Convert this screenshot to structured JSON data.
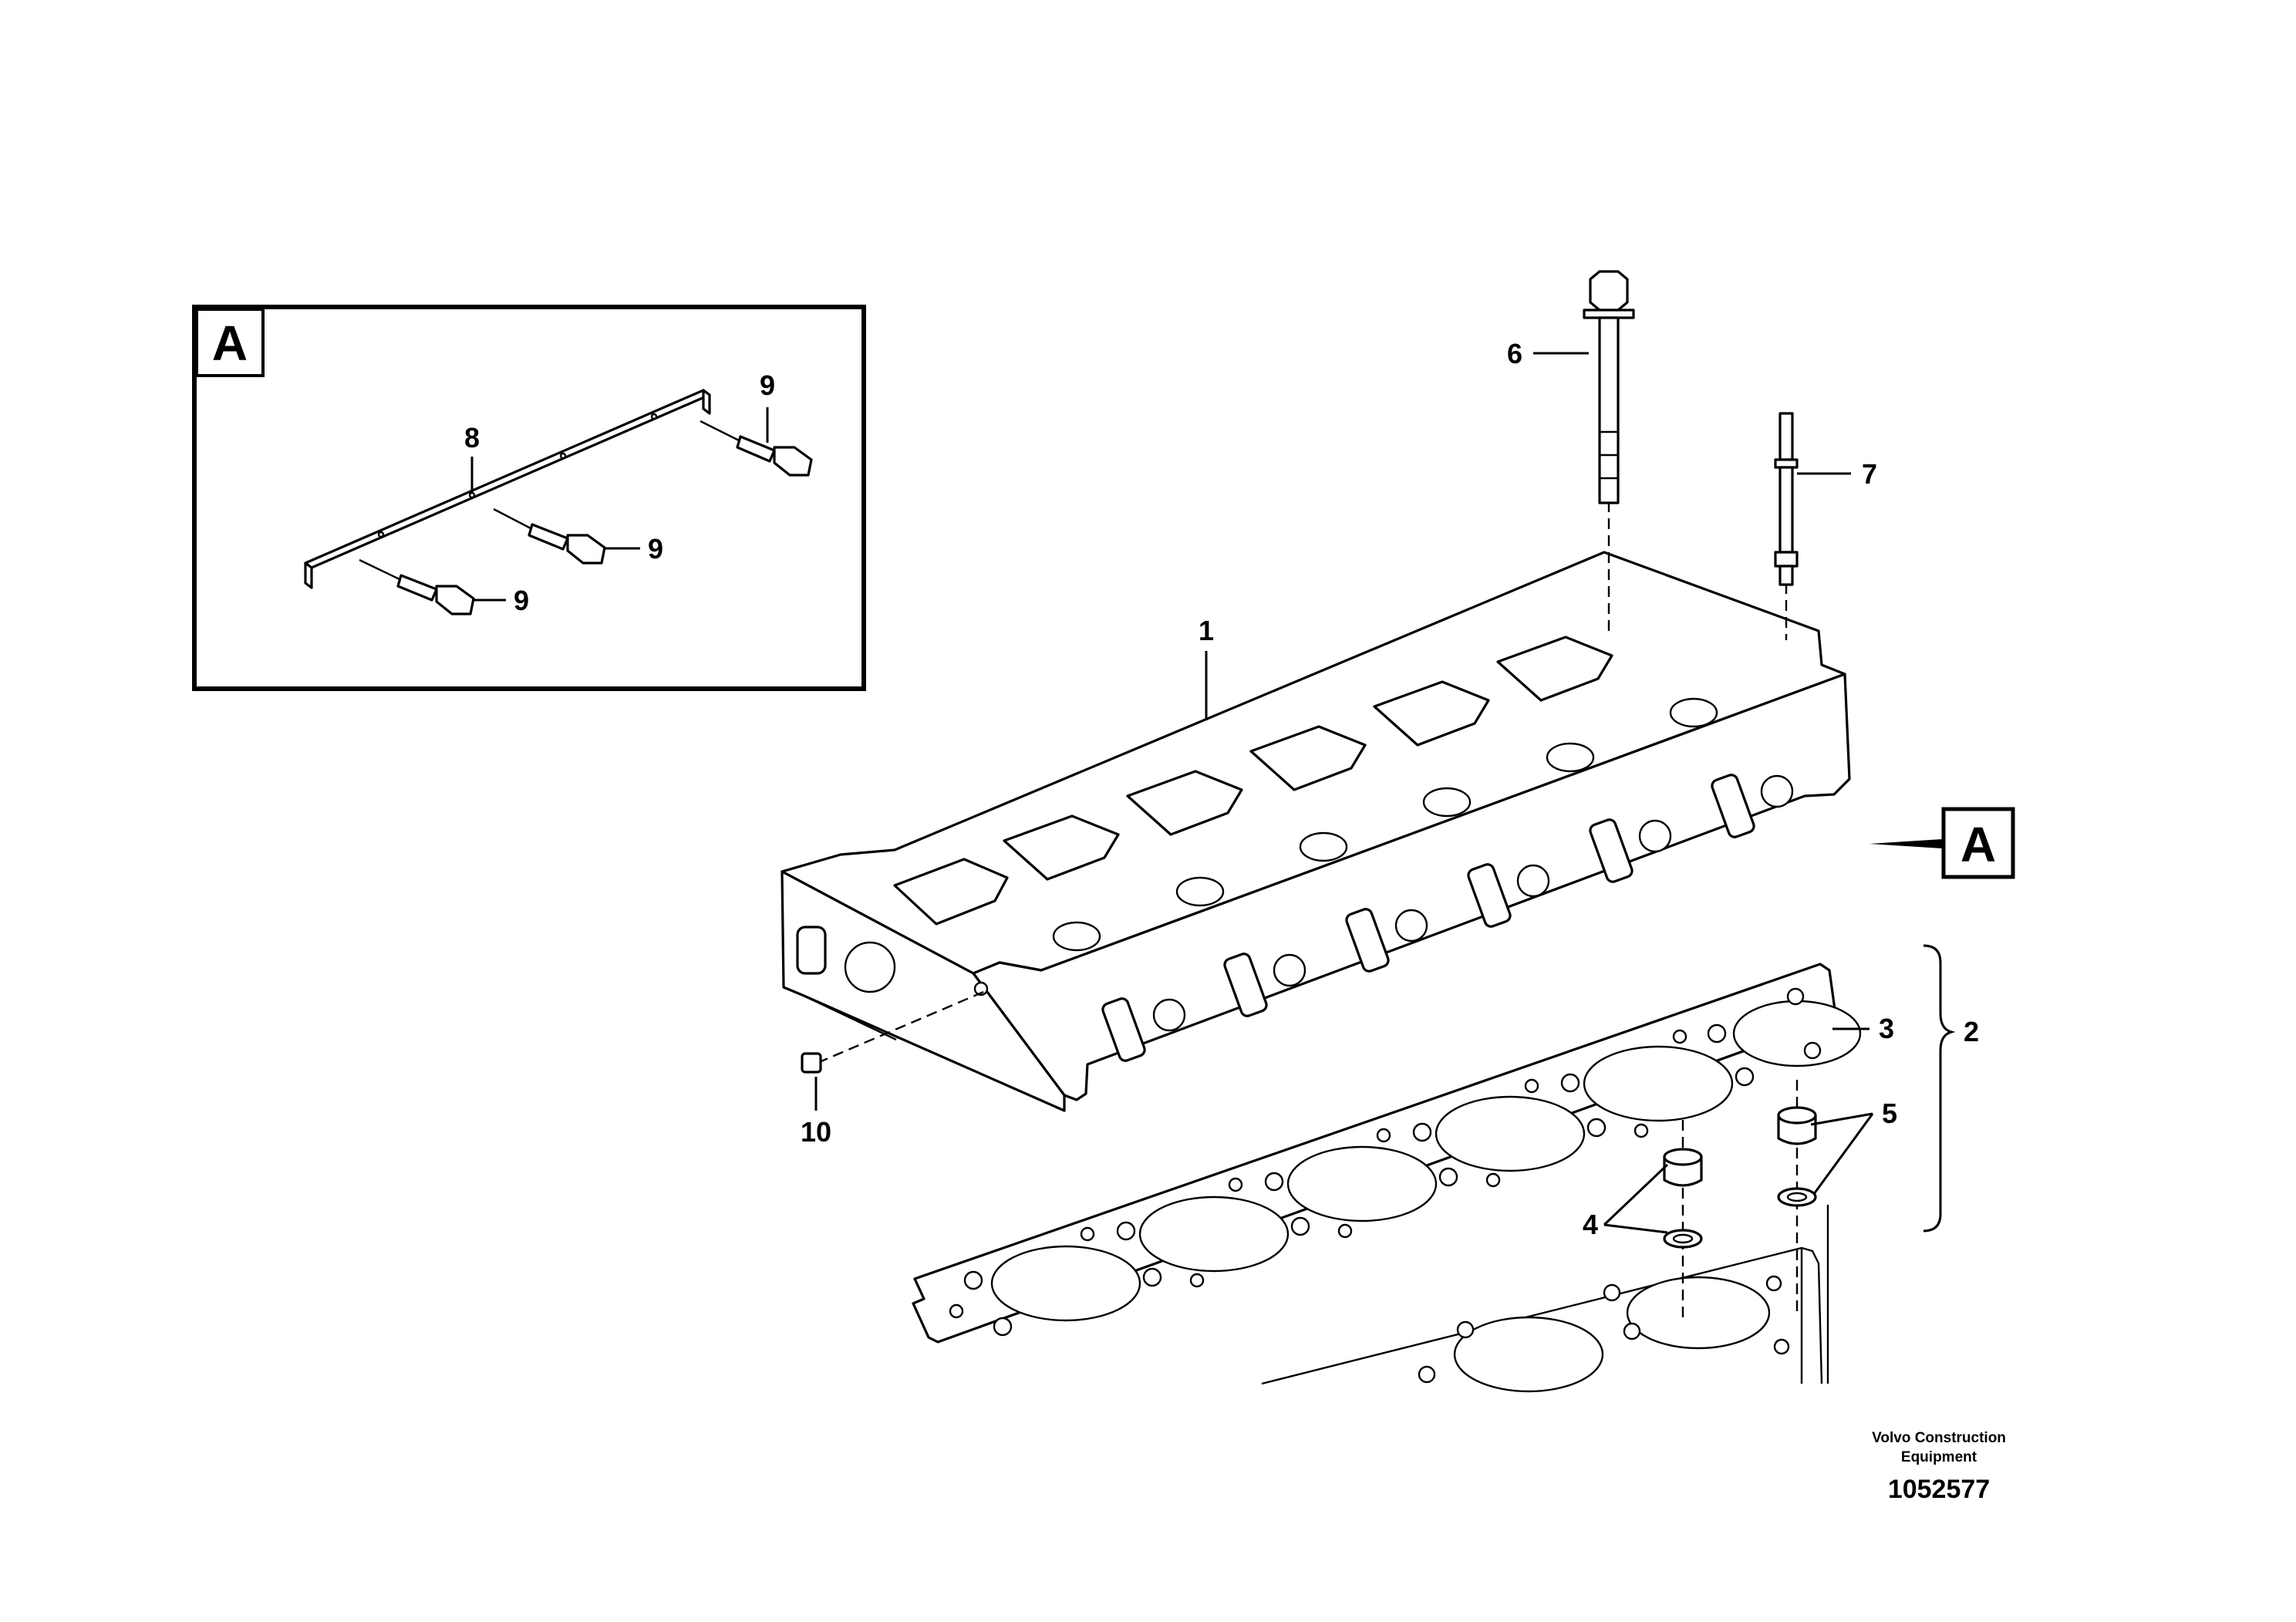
{
  "view_reference": {
    "inset_label": "A",
    "pointer_label": "A"
  },
  "callouts": [
    {
      "id": "1",
      "text": "1"
    },
    {
      "id": "2",
      "text": "2"
    },
    {
      "id": "3",
      "text": "3"
    },
    {
      "id": "4",
      "text": "4"
    },
    {
      "id": "5",
      "text": "5"
    },
    {
      "id": "6",
      "text": "6"
    },
    {
      "id": "7",
      "text": "7"
    },
    {
      "id": "8",
      "text": "8"
    },
    {
      "id": "9a",
      "text": "9"
    },
    {
      "id": "9b",
      "text": "9"
    },
    {
      "id": "9c",
      "text": "9"
    },
    {
      "id": "10",
      "text": "10"
    }
  ],
  "footer": {
    "company_line1": "Volvo Construction",
    "company_line2": "Equipment",
    "drawing_number": "1052577"
  }
}
